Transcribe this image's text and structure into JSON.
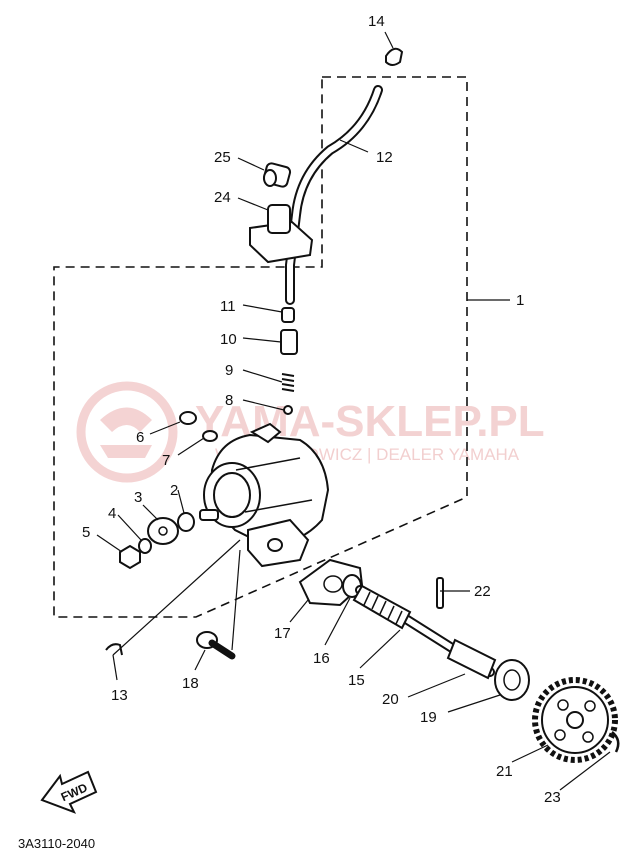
{
  "callouts": {
    "c1": "1",
    "c2": "2",
    "c3": "3",
    "c4": "4",
    "c5": "5",
    "c6": "6",
    "c7": "7",
    "c8": "8",
    "c9": "9",
    "c10": "10",
    "c11": "11",
    "c12": "12",
    "c13": "13",
    "c14": "14",
    "c15": "15",
    "c16": "16",
    "c17": "17",
    "c18": "18",
    "c19": "19",
    "c20": "20",
    "c21": "21",
    "c22": "22",
    "c23": "23",
    "c24": "24",
    "c25": "25"
  },
  "drawing_code": "3A3110-2040",
  "fwd_label": "FWD",
  "watermark": {
    "title": "YAMA-SKLEP.PL",
    "subtitle": "WOJCIECHOWICZ | DEALER YAMAHA",
    "color": "#f0c4c4"
  }
}
